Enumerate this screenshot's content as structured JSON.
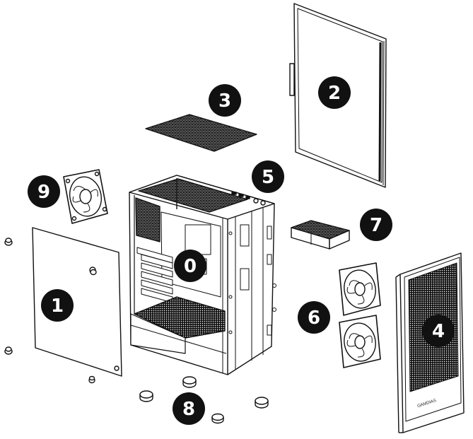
{
  "diagram": {
    "parts": [
      {
        "id": "side-panel",
        "label": "1"
      },
      {
        "id": "glass-side-panel",
        "label": "2"
      },
      {
        "id": "top-dust-filter",
        "label": "3"
      },
      {
        "id": "front-panel",
        "label": "4"
      },
      {
        "id": "io-panel",
        "label": "5"
      },
      {
        "id": "front-fans",
        "label": "6"
      },
      {
        "id": "drive-cage",
        "label": "7"
      },
      {
        "id": "case-feet",
        "label": "8"
      },
      {
        "id": "rear-fan",
        "label": "9"
      },
      {
        "id": "chassis",
        "label": "0"
      }
    ],
    "front_panel_brand": "GAMDIAS"
  }
}
